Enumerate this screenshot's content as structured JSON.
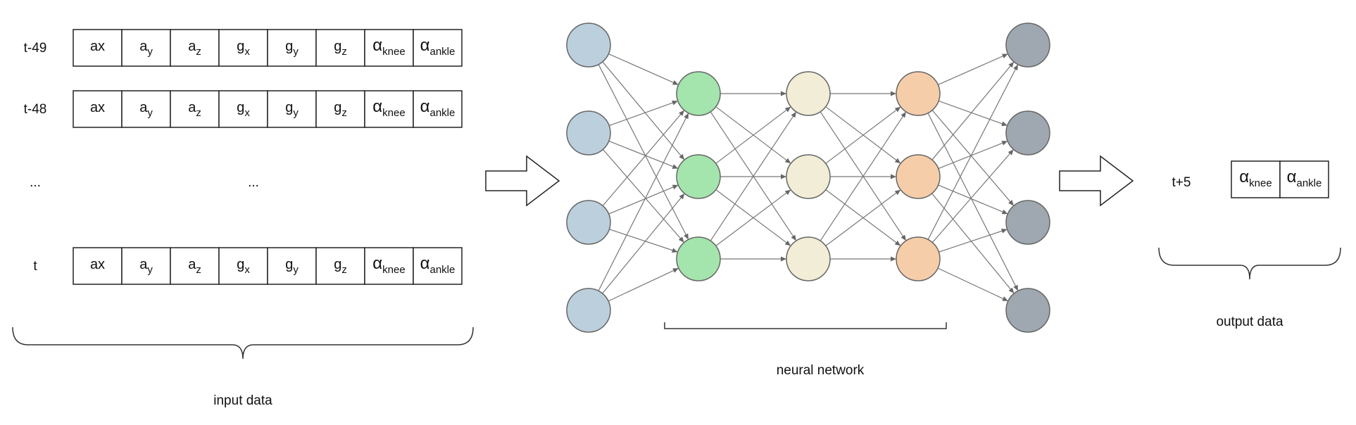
{
  "input": {
    "rows": [
      {
        "time": "t-49",
        "cells": [
          {
            "base": "ax",
            "sub": ""
          },
          {
            "base": "a",
            "sub": "y"
          },
          {
            "base": "a",
            "sub": "z"
          },
          {
            "base": "g",
            "sub": "x"
          },
          {
            "base": "g",
            "sub": "y"
          },
          {
            "base": "g",
            "sub": "z"
          },
          {
            "base": "α",
            "sub": "knee"
          },
          {
            "base": "α",
            "sub": "ankle"
          }
        ]
      },
      {
        "time": "t-48",
        "cells": [
          {
            "base": "ax",
            "sub": ""
          },
          {
            "base": "a",
            "sub": "y"
          },
          {
            "base": "a",
            "sub": "z"
          },
          {
            "base": "g",
            "sub": "x"
          },
          {
            "base": "g",
            "sub": "y"
          },
          {
            "base": "g",
            "sub": "z"
          },
          {
            "base": "α",
            "sub": "knee"
          },
          {
            "base": "α",
            "sub": "ankle"
          }
        ]
      },
      {
        "time": "t",
        "cells": [
          {
            "base": "ax",
            "sub": ""
          },
          {
            "base": "a",
            "sub": "y"
          },
          {
            "base": "a",
            "sub": "z"
          },
          {
            "base": "g",
            "sub": "x"
          },
          {
            "base": "g",
            "sub": "y"
          },
          {
            "base": "g",
            "sub": "z"
          },
          {
            "base": "α",
            "sub": "knee"
          },
          {
            "base": "α",
            "sub": "ankle"
          }
        ]
      }
    ],
    "ellipsis_time": "...",
    "ellipsis_cells": "...",
    "label": "input data"
  },
  "network": {
    "layers": [
      {
        "count": 4,
        "color": "#bccfdd"
      },
      {
        "count": 3,
        "color": "#a4e4ad"
      },
      {
        "count": 3,
        "color": "#f1edd6"
      },
      {
        "count": 3,
        "color": "#f6cda9"
      },
      {
        "count": 4,
        "color": "#9fa7b0"
      }
    ],
    "label": "neural network"
  },
  "output": {
    "time": "t+5",
    "cells": [
      {
        "base": "α",
        "sub": "knee"
      },
      {
        "base": "α",
        "sub": "ankle"
      }
    ],
    "label": "output data"
  }
}
